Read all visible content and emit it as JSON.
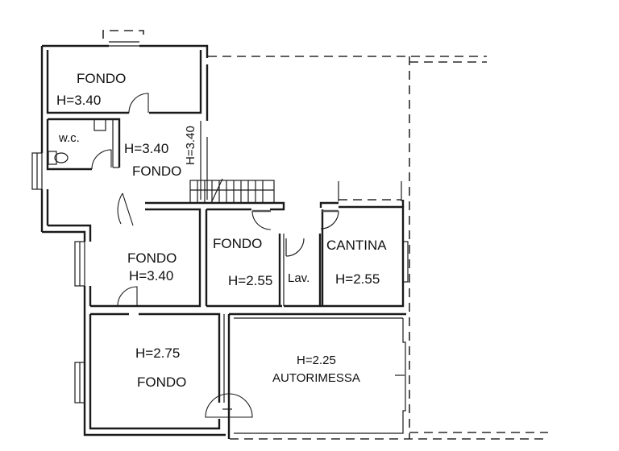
{
  "plan": {
    "rooms": [
      {
        "id": "fondo-top",
        "name": "FONDO",
        "height": "H=3.40"
      },
      {
        "id": "wc",
        "name": "w.c."
      },
      {
        "id": "fondo-hall",
        "name": "FONDO",
        "height": "H=3.40",
        "height_vertical": "H=3.40"
      },
      {
        "id": "fondo-mid",
        "name": "FONDO",
        "height": "H=3.40"
      },
      {
        "id": "fondo-center",
        "name": "FONDO",
        "height": "H=2.55"
      },
      {
        "id": "lav",
        "name": "Lav."
      },
      {
        "id": "cantina",
        "name": "CANTINA",
        "height": "H=2.55"
      },
      {
        "id": "fondo-bottom",
        "name": "FONDO",
        "height": "H=2.75"
      },
      {
        "id": "autorimessa",
        "name": "AUTORIMESSA",
        "height": "H=2.25"
      }
    ]
  },
  "colors": {
    "line": "#1a1a1a",
    "background": "#ffffff"
  }
}
